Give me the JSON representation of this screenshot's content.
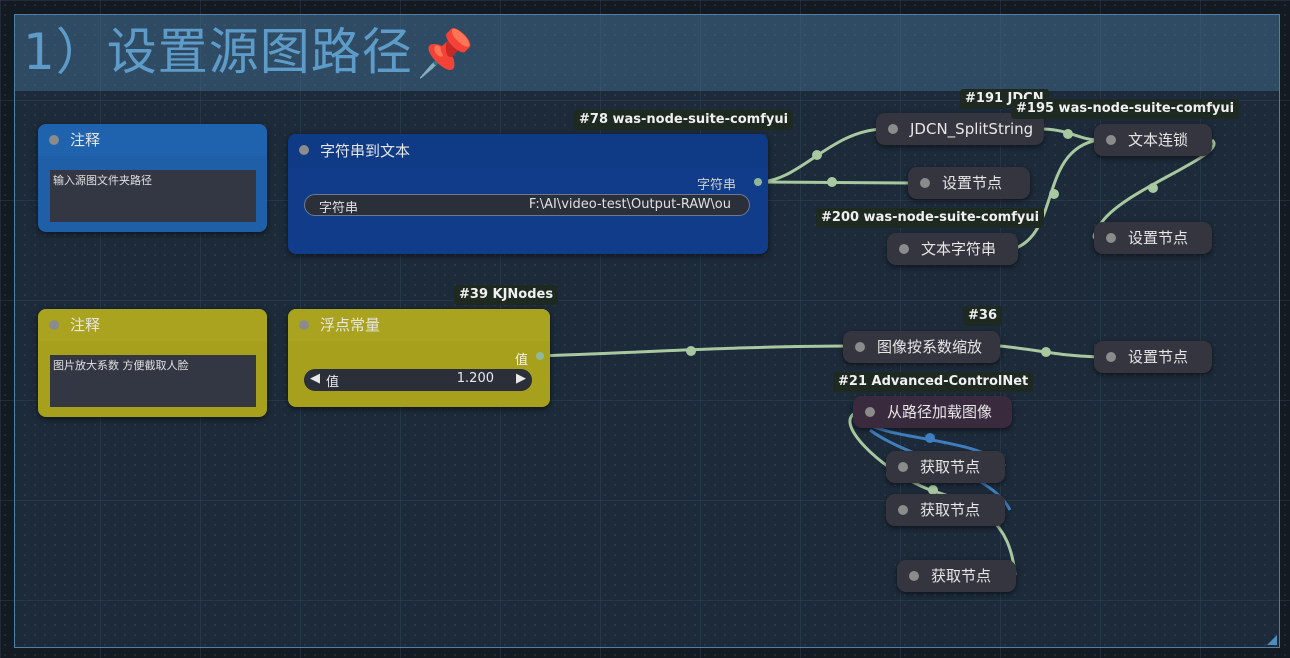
{
  "group": {
    "title": "1）设置源图路径",
    "pin_icon": "📌"
  },
  "note_blue": {
    "title": "注释",
    "text": "输入源图文件夹路径"
  },
  "note_yellow": {
    "title": "注释",
    "text": "图片放大系数 方便截取人脸"
  },
  "string_to_text": {
    "badge": "#78 was-node-suite-comfyui",
    "title": "字符串到文本",
    "output_label": "字符串",
    "widget_label": "字符串",
    "widget_value": "F:\\AI\\video-test\\Output-RAW\\ou"
  },
  "float_const": {
    "badge": "#39 KJNodes",
    "title": "浮点常量",
    "output_label": "值",
    "widget_label": "值",
    "widget_value": "1.200",
    "left_arrow": "◀",
    "right_arrow": "▶"
  },
  "jdcn_split": {
    "badge": "#191 JDCN",
    "title": "JDCN_SplitString"
  },
  "text_concat": {
    "badge": "#195 was-node-suite-comfyui",
    "title": "文本连锁"
  },
  "set_node_1": {
    "title": "设置节点"
  },
  "set_node_2": {
    "title": "设置节点"
  },
  "set_node_3": {
    "title": "设置节点"
  },
  "text_string": {
    "badge": "#200 was-node-suite-comfyui",
    "title": "文本字符串"
  },
  "image_scale": {
    "badge": "#36",
    "title": "图像按系数缩放"
  },
  "load_from_path": {
    "badge": "#21 Advanced-ControlNet",
    "title": "从路径加载图像"
  },
  "get_node_1": {
    "title": "获取节点"
  },
  "get_node_2": {
    "title": "获取节点"
  },
  "get_node_3": {
    "title": "获取节点"
  },
  "colors": {
    "blue_node": "#103c8a",
    "yellow_node": "#a7a01d",
    "link": "#a8c8a0",
    "link_blue": "#3f7fbf"
  }
}
